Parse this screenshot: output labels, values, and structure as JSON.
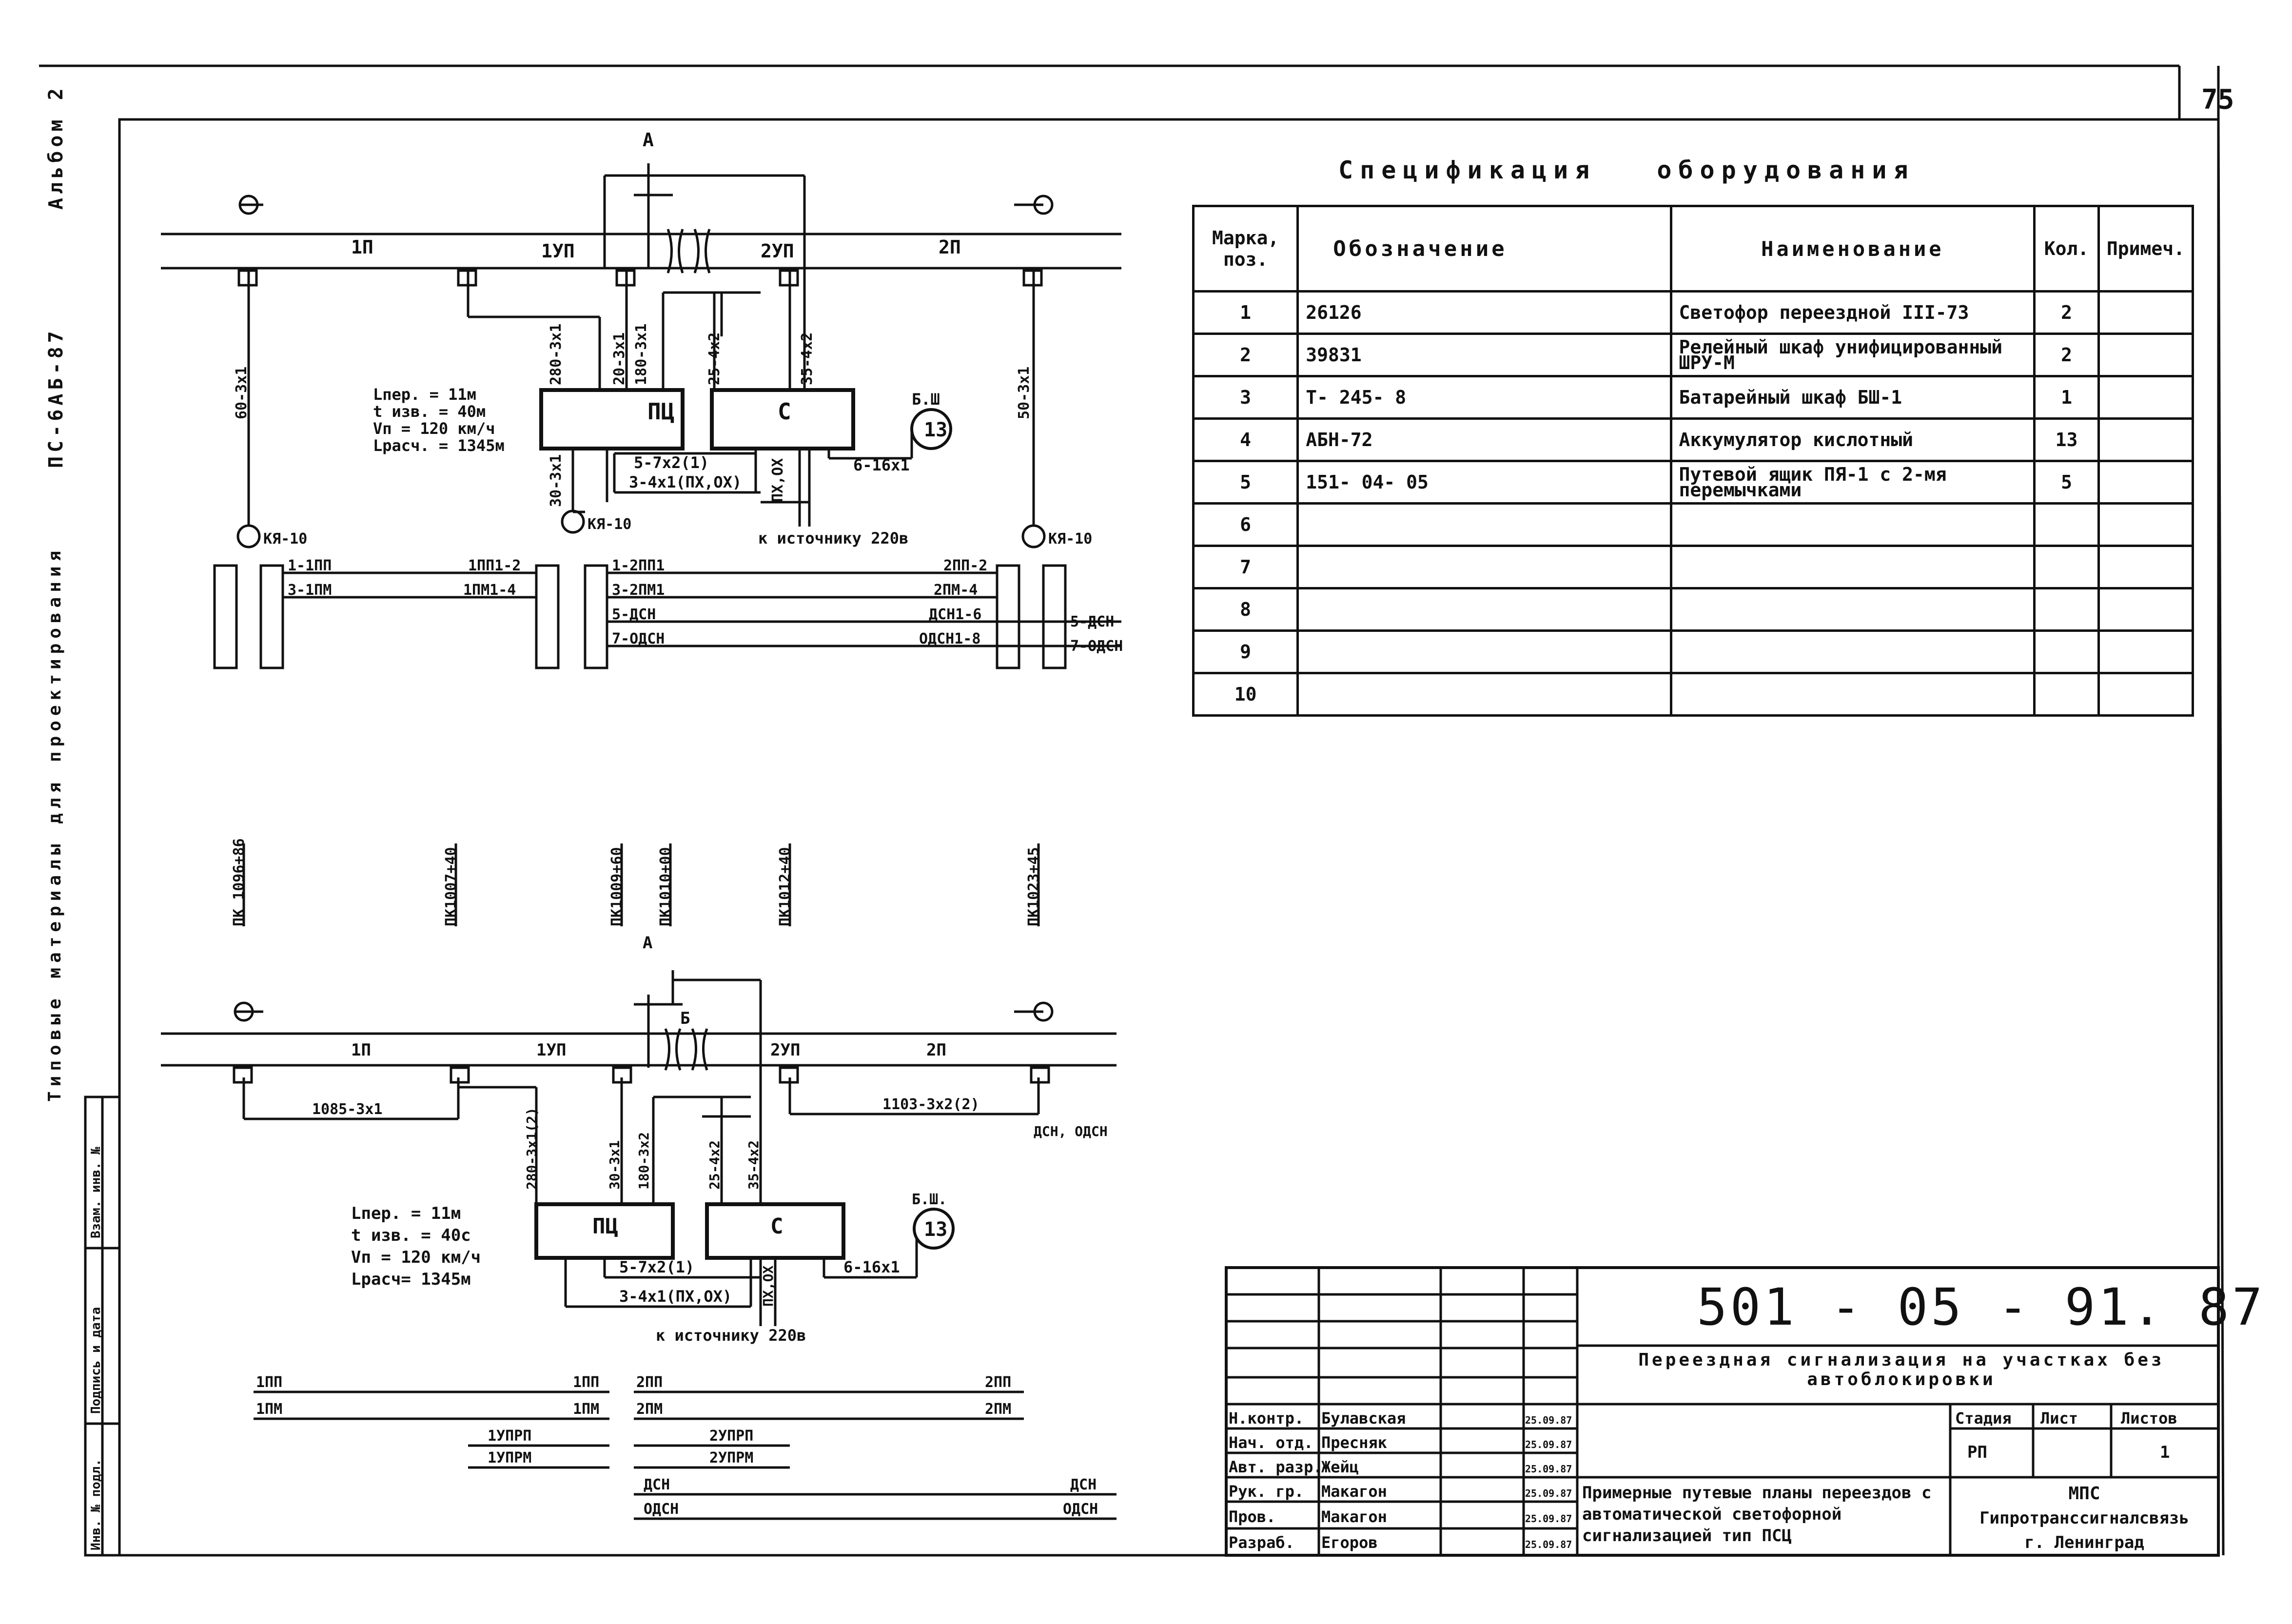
{
  "sheet_number": "75",
  "side_labels": {
    "album": "Альбом 2",
    "series": "ПС-6АБ-87",
    "title": "Типовые материалы для проектирования"
  },
  "stamp_left": [
    "Инв. № подл.",
    "Подпись и дата",
    "Взам. инв. №"
  ],
  "spec": {
    "title": "Спецификация оборудования",
    "headers": [
      "Марка, поз.",
      "Обозначение",
      "Наименование",
      "Кол.",
      "Примеч."
    ],
    "rows": [
      {
        "pos": "1",
        "code": "26126",
        "name": "Светофор переездной III-73",
        "qty": "2",
        "note": ""
      },
      {
        "pos": "2",
        "code": "39831",
        "name": "Релейный шкаф унифицированный ШРУ-М",
        "qty": "2",
        "note": ""
      },
      {
        "pos": "3",
        "code": "Т- 245- 8",
        "name": "Батарейный шкаф БШ-1",
        "qty": "1",
        "note": ""
      },
      {
        "pos": "4",
        "code": "АБН-72",
        "name": "Аккумулятор кислотный",
        "qty": "13",
        "note": ""
      },
      {
        "pos": "5",
        "code": "151- 04- 05",
        "name": "Путевой ящик ПЯ-1 с 2-мя перемычками",
        "qty": "5",
        "note": ""
      },
      {
        "pos": "6",
        "code": "",
        "name": "",
        "qty": "",
        "note": ""
      },
      {
        "pos": "7",
        "code": "",
        "name": "",
        "qty": "",
        "note": ""
      },
      {
        "pos": "8",
        "code": "",
        "name": "",
        "qty": "",
        "note": ""
      },
      {
        "pos": "9",
        "code": "",
        "name": "",
        "qty": "",
        "note": ""
      },
      {
        "pos": "10",
        "code": "",
        "name": "",
        "qty": "",
        "note": ""
      }
    ]
  },
  "top_plan": {
    "track_labels": [
      "1П",
      "1УП",
      "2УП",
      "2П"
    ],
    "crossing": "А",
    "cables": [
      "60-3x1",
      "280-3x1",
      "20-3x1",
      "180-3x1",
      "25-4x2",
      "35-4x2",
      "50-3x1",
      "30-3x1"
    ],
    "cabinets": [
      "ПЦ",
      "С"
    ],
    "battery": {
      "label": "Б.Ш",
      "number": "13"
    },
    "feeds": [
      "5-7x2(1)",
      "3-4x1(ПХ,ОХ)",
      "ПХ,ОХ",
      "6-16x1"
    ],
    "source": "к источнику 220в",
    "params": [
      "Lпер. = 11м",
      "t изв. = 40м",
      "Vп = 120 км/ч",
      "Lрасч. = 1345м"
    ],
    "relays": [
      "КЯ-10",
      "КЯ-10",
      "КЯ-10"
    ],
    "bus_left": [
      "1-1ПП",
      "3-1ПМ",
      "1ПП1-2",
      "1ПМ1-4"
    ],
    "bus_right": [
      "1-2ПП1",
      "3-2ПМ1",
      "5-ДСН",
      "7-ОДСН",
      "2ПП-2",
      "2ПМ-4",
      "ДСН1-6",
      "ОДСН1-8",
      "5-ДСН",
      "7-ОДСН"
    ]
  },
  "pickets": [
    "ПК 1096+86",
    "ПК1007+40",
    "ПК1009+60",
    "ПК1010+00",
    "ПК1012+40",
    "ПК1023+45"
  ],
  "bottom_plan": {
    "track_labels": [
      "1П",
      "1УП",
      "2УП",
      "2П"
    ],
    "crossing": "А",
    "crossing_b": "Б",
    "cables": [
      "1085-3x1",
      "1103-3x2(2)",
      "280-3x1(2)",
      "30-3x1",
      "180-3x2",
      "35-4x2",
      "25-4x2"
    ],
    "dsn": "ДСН, ОДСН",
    "cabinets": [
      "ПЦ",
      "С"
    ],
    "battery": {
      "label": "Б.Ш.",
      "number": "13"
    },
    "feeds": [
      "5-7x2(1)",
      "3-4x1(ПХ,ОХ)",
      "ПХ,ОХ",
      "6-16x1"
    ],
    "source": "к источнику 220в",
    "params": [
      "Lпер. = 11м",
      "t изв. = 40с",
      "Vп = 120 км/ч",
      "Lрасч= 1345м"
    ],
    "bus": [
      "1ПП",
      "1ПМ",
      "1ПП",
      "1ПМ",
      "2ПП",
      "2ПМ",
      "2ПП",
      "2ПМ",
      "1УПРП",
      "1УПРМ",
      "2УПРП",
      "2УПРМ",
      "ДСН",
      "ОДСН",
      "ДСН",
      "ОДСН"
    ]
  },
  "title_block": {
    "doc_number": "501 - 05 - 91. 87",
    "project": "Переездная сигнализация на участках без автоблокировки",
    "sheet_title": "Примерные путевые планы переездов с автоматической светофорной сигнализацией тип ПСЦ",
    "stage_headers": [
      "Стадия",
      "Лист",
      "Листов"
    ],
    "stage_values": [
      "РП",
      "",
      "1"
    ],
    "org": [
      "МПС",
      "Гипротранссигналсвязь",
      "г. Ленинград"
    ],
    "people": [
      {
        "role": "Н.контр.",
        "name": "Булавская",
        "date": "25.09.87"
      },
      {
        "role": "Нач. отд.",
        "name": "Пресняк",
        "date": "25.09.87"
      },
      {
        "role": "Авт. разр.",
        "name": "Жейц",
        "date": "25.09.87"
      },
      {
        "role": "Рук. гр.",
        "name": "Макагон",
        "date": "25.09.87"
      },
      {
        "role": "Пров.",
        "name": "Макагон",
        "date": "25.09.87"
      },
      {
        "role": "Разраб.",
        "name": "Егоров",
        "date": "25.09.87"
      }
    ]
  }
}
